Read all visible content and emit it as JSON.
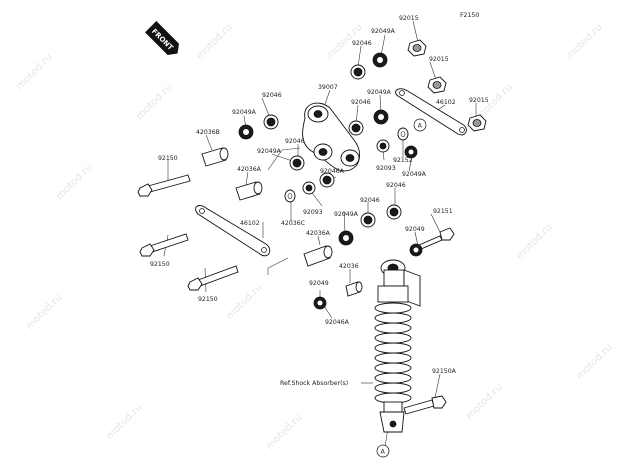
{
  "watermark": "motod.ru",
  "figure_code": "F2150",
  "front_badge": "FRONT",
  "callout_ref_a": "A",
  "labels": {
    "p92015_a": "92015",
    "p92049A_a": "92049A",
    "p92046_a": "92046",
    "p92015_b": "92015",
    "p39007": "39007",
    "p92049A_b": "92049A",
    "p46102_a": "46102",
    "p92015_c": "92015",
    "p92046_b": "92046",
    "p92049A_c": "92049A",
    "p92046_c": "92046",
    "p42036B": "42036B",
    "p92046_d": "92046",
    "p92150_a": "92150",
    "p92049A_d": "92049A",
    "p42036A_a": "42036A",
    "p92093_a": "92093",
    "p92152": "92152",
    "p92046A_a": "92046A",
    "p92093_b": "92093",
    "p92049A_e": "92049A",
    "p92046_e": "92046",
    "p92049A_f": "92049A",
    "p42036C": "42036C",
    "p92151": "92151",
    "p46102_b": "46102",
    "p42036A_b": "42036A",
    "p92049_a": "92049",
    "p92150_b": "92150",
    "p42036": "42036",
    "p92150_c": "92150",
    "p92049_b": "92049",
    "p92046A_b": "92046A",
    "ref_shock": "Ref.Shock Absorber(s)",
    "p92150A": "92150A"
  }
}
